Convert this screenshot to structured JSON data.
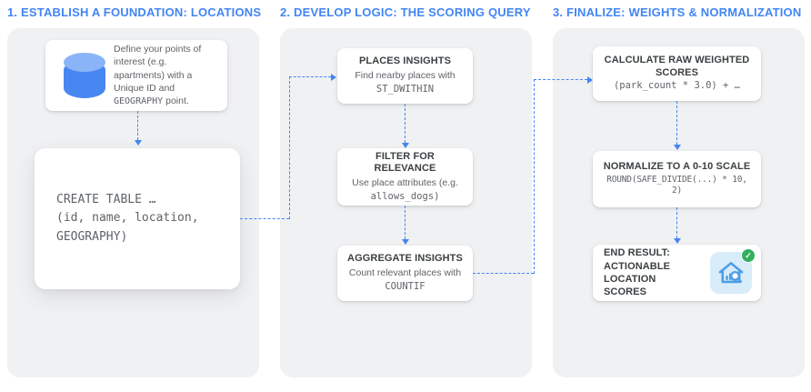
{
  "columns": [
    {
      "header": "1. ESTABLISH A FOUNDATION: LOCATIONS",
      "define_card": {
        "text_part1": "Define your points of interest (e.g. apartments) with a Unique ID and ",
        "text_mono": "GEOGRAPHY",
        "text_part2": " point."
      },
      "code_card": {
        "line1": "CREATE TABLE …",
        "line2": "(id, name, location,",
        "line3": "GEOGRAPHY)"
      }
    },
    {
      "header": "2. DEVELOP LOGIC: THE SCORING QUERY",
      "cards": [
        {
          "title": "PLACES INSIGHTS",
          "body": "Find nearby places with",
          "code": "ST_DWITHIN"
        },
        {
          "title": "FILTER FOR RELEVANCE",
          "body": "Use place attributes (e.g.",
          "code": "allows_dogs)"
        },
        {
          "title": "AGGREGATE INSIGHTS",
          "body": "Count relevant places with",
          "code": "COUNTIF"
        }
      ]
    },
    {
      "header": "3. FINALIZE: WEIGHTS & NORMALIZATION",
      "cards": [
        {
          "title": "CALCULATE RAW WEIGHTED SCORES",
          "code": "(park_count * 3.0) + …"
        },
        {
          "title": "NORMALIZE TO A 0-10 SCALE",
          "code": "ROUND(SAFE_DIVIDE(...) * 10, 2)"
        },
        {
          "title_line1": "END RESULT:",
          "title_line2": "ACTIONABLE LOCATION",
          "title_line3": "SCORES",
          "icon": "house-analytics-icon",
          "badge_check": "✓"
        }
      ]
    }
  ],
  "colors": {
    "accent_blue": "#4285F4",
    "panel_gray": "#F0F1F3",
    "title_dark": "#3C4043",
    "body_gray": "#5F6368",
    "cylinder_body": "#4787F1",
    "cylinder_top": "#8AB4F8",
    "result_icon_bg": "#D9ECFA",
    "result_icon_stroke": "#4C9FE8",
    "badge_green": "#33B05C"
  }
}
